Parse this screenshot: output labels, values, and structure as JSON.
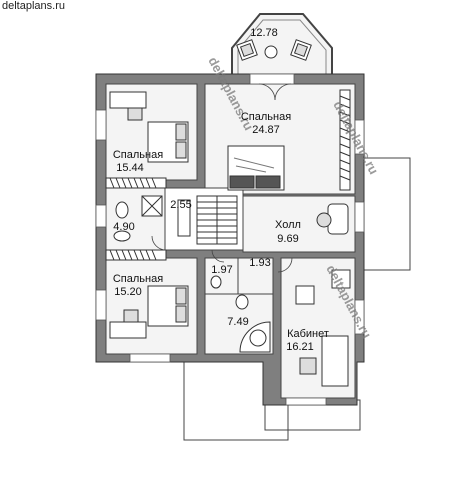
{
  "site": "deltaplans.ru",
  "watermark": "deltaplans.ru",
  "rooms": {
    "balcony": {
      "area": "12.78"
    },
    "bedroom_main": {
      "label": "Спальная",
      "area": "24.87"
    },
    "bedroom_nw": {
      "label": "Спальная",
      "area": "15.44"
    },
    "bath_small": {
      "area": "4.90"
    },
    "stair": {
      "area": "2.55"
    },
    "hall": {
      "label": "Холл",
      "area": "9.69"
    },
    "bedroom_sw": {
      "label": "Спальная",
      "area": "15.20"
    },
    "wc": {
      "area": "1.97"
    },
    "closet": {
      "area": "1.93"
    },
    "bath_large": {
      "area": "7.49"
    },
    "study": {
      "label": "Кабинет",
      "area": "16.21"
    }
  },
  "colors": {
    "wall": "#7f7f7f",
    "floor": "#f4f4f4",
    "line": "#444444",
    "terrace": "#ffffff"
  }
}
